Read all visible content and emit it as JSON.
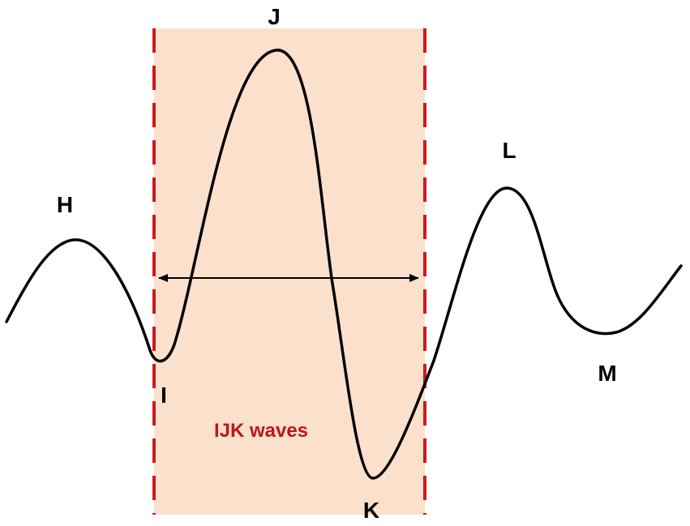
{
  "diagram": {
    "labels": {
      "h": "H",
      "i": "I",
      "j": "J",
      "k": "K",
      "l": "L",
      "m": "M"
    },
    "region": {
      "label": "IJK waves"
    },
    "colors": {
      "region_fill": "#fbe1cc",
      "boundary": "#d0191b",
      "region_text": "#b8181c",
      "waveform": "#000000",
      "arrow": "#000000"
    }
  }
}
